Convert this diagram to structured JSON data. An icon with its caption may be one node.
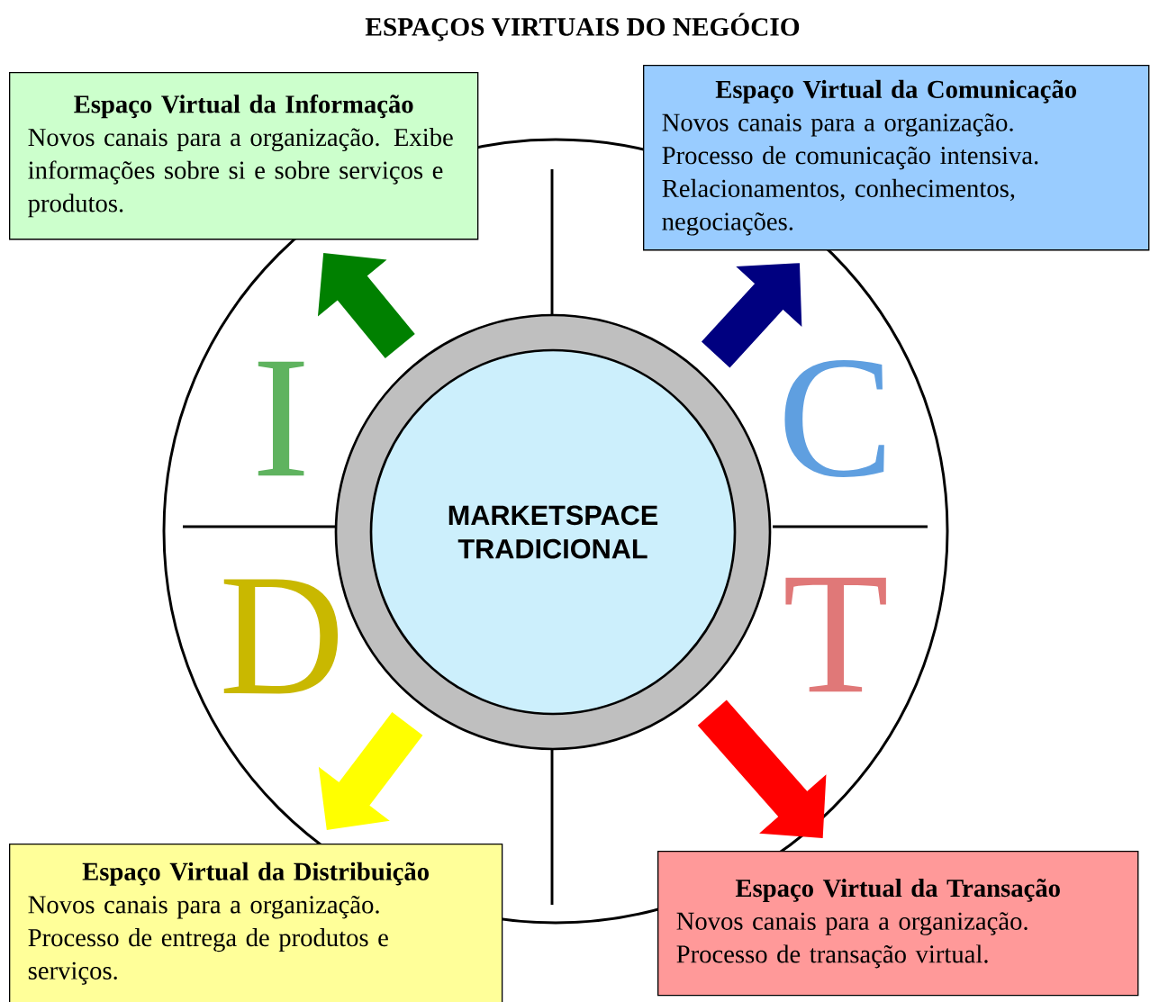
{
  "diagram": {
    "title": "ESPAÇOS VIRTUAIS DO NEGÓCIO",
    "nodes": [
      {
        "text": [
          "Espaço Virtual da Informação",
          "Novos canais para a organização. Exibe informações sobre si e sobre serviços e produtos."
        ]
      },
      {
        "text": [
          "Espaço Virtual da Comunicação",
          "Novos canais para a organização. Processo de comunicação intensiva. Relacionamentos, conhecimentos, negociações."
        ]
      },
      {
        "text": [
          "MARKETSPACE TRADICIONAL"
        ]
      },
      {
        "text": [
          "Espaço Virtual da Distribuição",
          "Novos canais para a organização. Processo de entrega de produtos e serviços."
        ]
      },
      {
        "text": [
          "Espaço Virtual da Transação",
          "Novos canais para a organização. Processo de transação virtual."
        ]
      }
    ],
    "edges": [
      {
        "from": 2,
        "to": 0,
        "arrow": "to",
        "color": "#008000"
      },
      {
        "from": 2,
        "to": 1,
        "arrow": "to",
        "color": "#000080"
      },
      {
        "from": 2,
        "to": 3,
        "arrow": "to",
        "color": "#ffff00"
      },
      {
        "from": 2,
        "to": 4,
        "arrow": "to",
        "color": "#ff0000"
      }
    ],
    "labels": [
      "I",
      "C",
      "D",
      "T"
    ]
  }
}
